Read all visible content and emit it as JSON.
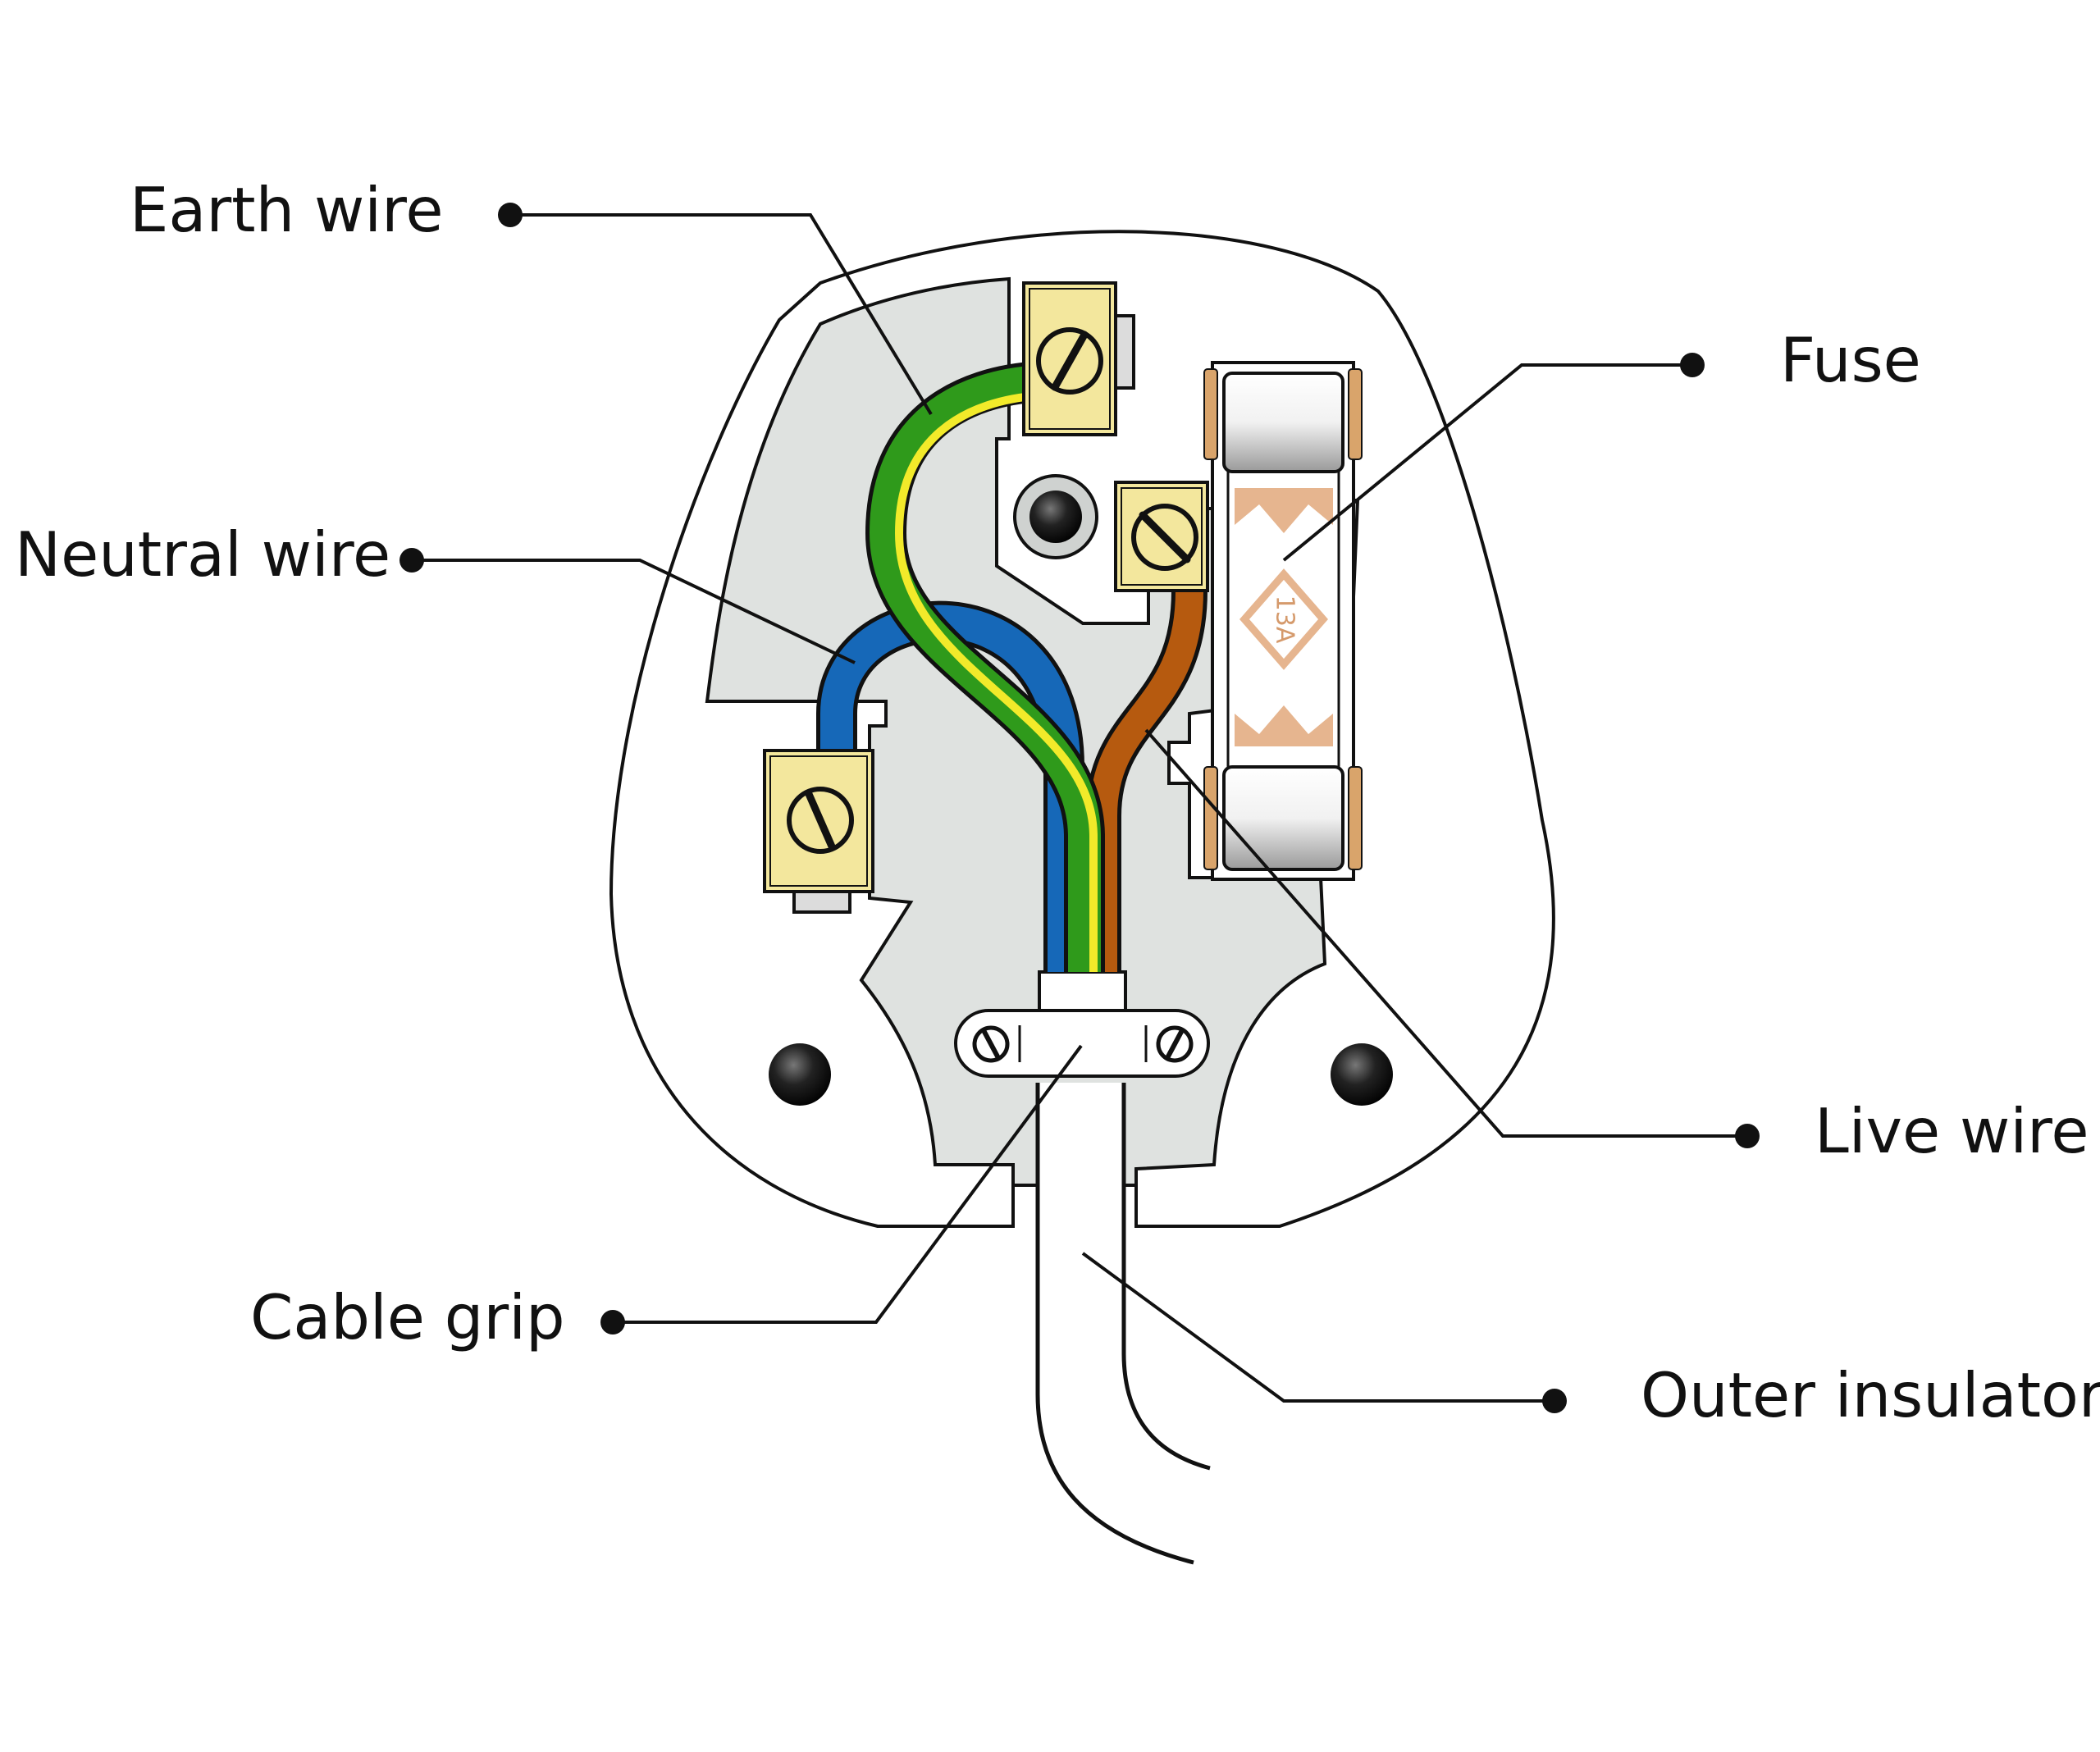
{
  "labels": {
    "earth_wire": "Earth wire",
    "neutral_wire": "Neutral wire",
    "fuse": "Fuse",
    "live_wire": "Live wire",
    "cable_grip": "Cable grip",
    "outer_insulator": "Outer insulator"
  },
  "fuse_rating": "13A",
  "colors": {
    "earth_green": "#2f9a1b",
    "earth_yellow": "#f2ea2a",
    "neutral_blue": "#1668b8",
    "live_brown": "#b65a0f",
    "terminal_yellow": "#f3e79d",
    "fuse_band": "#e6b58f",
    "plug_base": "#dfe2e0",
    "outline": "#111111"
  }
}
